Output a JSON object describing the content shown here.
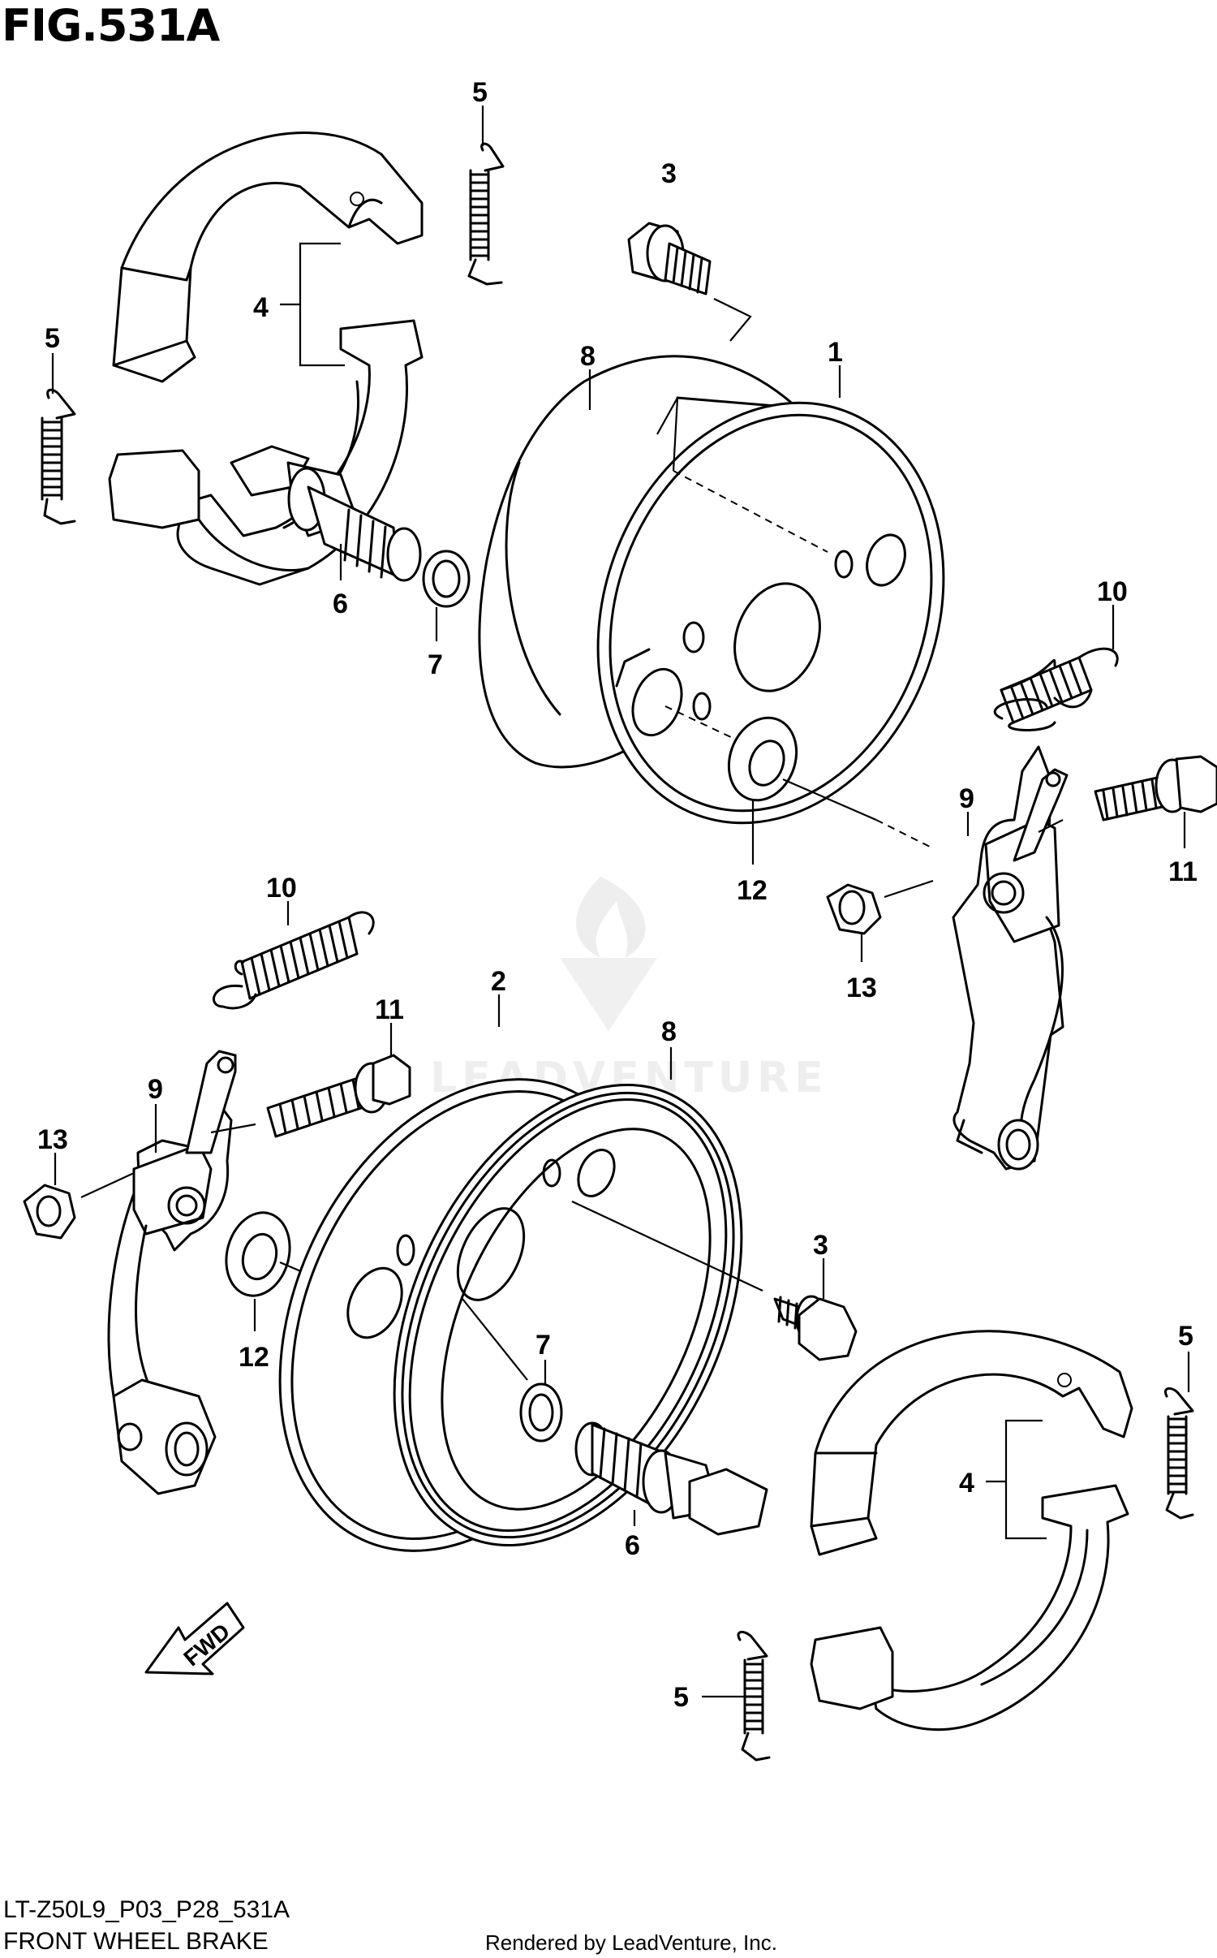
{
  "figure": {
    "title": "FIG.531A",
    "code": "LT-Z50L9_P03_P28_531A",
    "caption": "FRONT WHEEL BRAKE",
    "credit": "Rendered by LeadVenture, Inc.",
    "watermark": "LEADVENTURE",
    "direction_label": "FWD"
  },
  "callouts": {
    "c1": "1",
    "c2": "2",
    "c3a": "3",
    "c3b": "3",
    "c4a": "4",
    "c4b": "4",
    "c5a": "5",
    "c5b": "5",
    "c5c": "5",
    "c5d": "5",
    "c6a": "6",
    "c6b": "6",
    "c7a": "7",
    "c7b": "7",
    "c8a": "8",
    "c8b": "8",
    "c9a": "9",
    "c9b": "9",
    "c10a": "10",
    "c10b": "10",
    "c11a": "11",
    "c11b": "11",
    "c12a": "12",
    "c12b": "12",
    "c13a": "13",
    "c13b": "13"
  }
}
